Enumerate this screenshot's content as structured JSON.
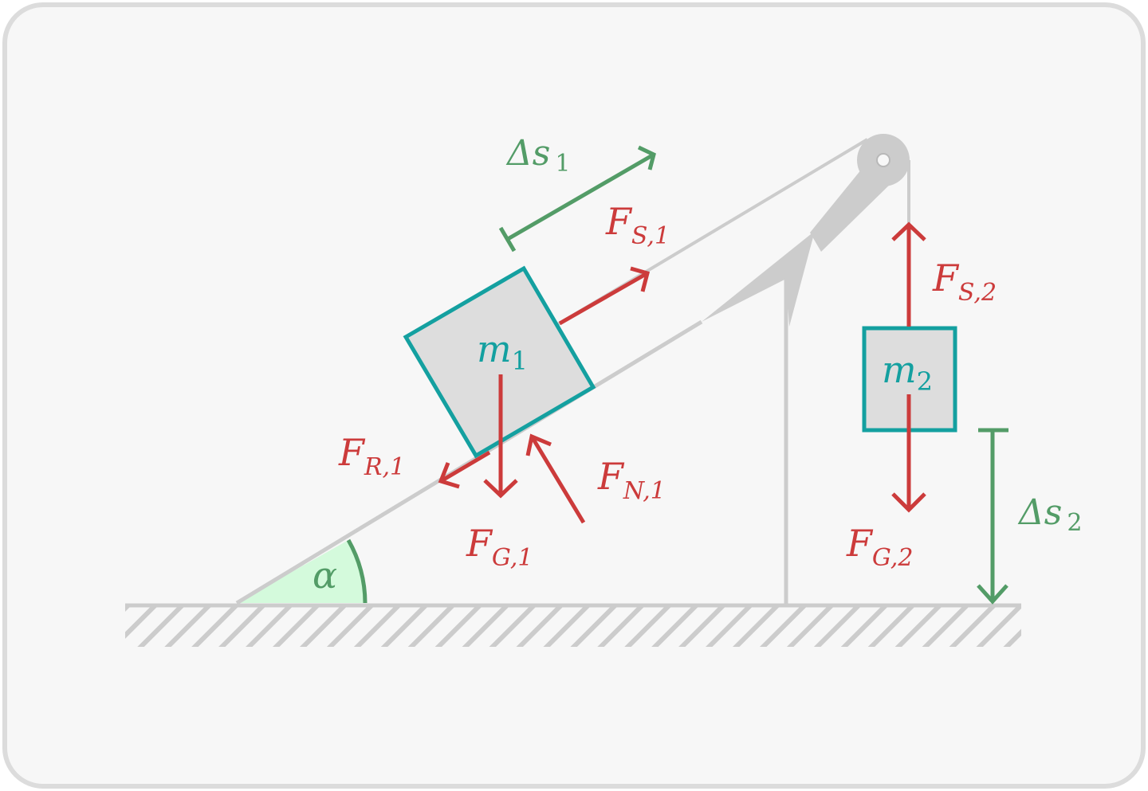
{
  "colors": {
    "frame_border": "#dcdcdc",
    "frame_fill": "#f7f7f7",
    "structure": "#cccccc",
    "block_fill": "#dddddd",
    "mass": "#14a0a0",
    "force": "#cc3b3b",
    "displacement": "#539c67",
    "angle_fill": "#d4fadc"
  },
  "labels": {
    "angle": "α",
    "mass1": {
      "sym": "m",
      "sub": "1"
    },
    "mass2": {
      "sym": "m",
      "sub": "2"
    },
    "fs1": {
      "sym": "F",
      "sub": "S,1"
    },
    "fs2": {
      "sym": "F",
      "sub": "S,2"
    },
    "fr1": {
      "sym": "F",
      "sub": "R,1"
    },
    "fn1": {
      "sym": "F",
      "sub": "N,1"
    },
    "fg1": {
      "sym": "F",
      "sub": "G,1"
    },
    "fg2": {
      "sym": "F",
      "sub": "G,2"
    },
    "ds1": {
      "sym": "Δs",
      "sub": "1"
    },
    "ds2": {
      "sym": "Δs",
      "sub": "2"
    }
  }
}
